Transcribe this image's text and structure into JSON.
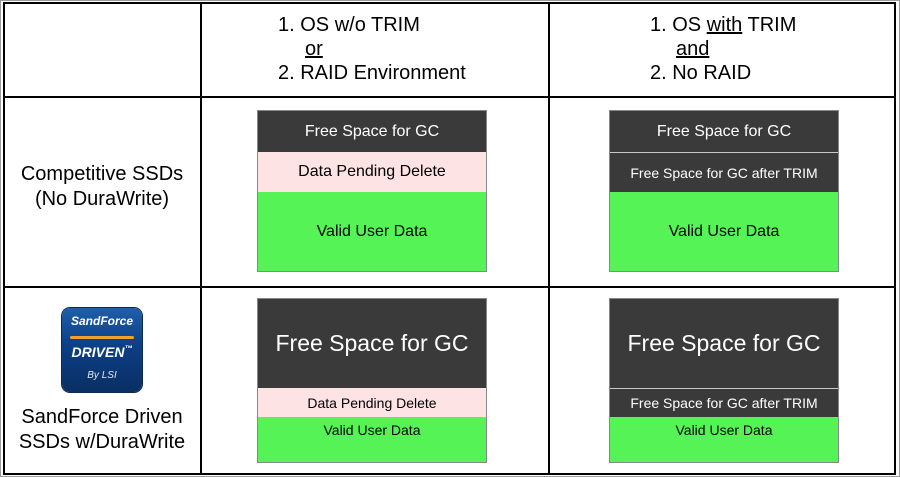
{
  "header": {
    "col1": {
      "line1": "1. OS w/o TRIM",
      "line2": "or",
      "line3": "2. RAID Environment"
    },
    "col2": {
      "line1_pre": "1. OS ",
      "line1_u": "with",
      "line1_post": " TRIM",
      "line2": "and",
      "line3": "2. No RAID"
    }
  },
  "rows": {
    "row1": {
      "label_line1": "Competitive SSDs",
      "label_line2": "(No DuraWrite)"
    },
    "row2": {
      "label_line1": "SandForce Driven",
      "label_line2": "SSDs w/DuraWrite"
    }
  },
  "logo": {
    "brand": "SandForce",
    "word": "DRIVEN",
    "tm": "™",
    "by": "By LSI"
  },
  "blocks": {
    "free_gc": "Free Space for GC",
    "pending": "Data Pending Delete",
    "free_after_trim": "Free Space for GC after TRIM",
    "valid": "Valid User Data"
  },
  "colors": {
    "dark": "#3a3a3a",
    "pink": "#fde3e3",
    "green": "#55f355",
    "grid": "#000000"
  }
}
